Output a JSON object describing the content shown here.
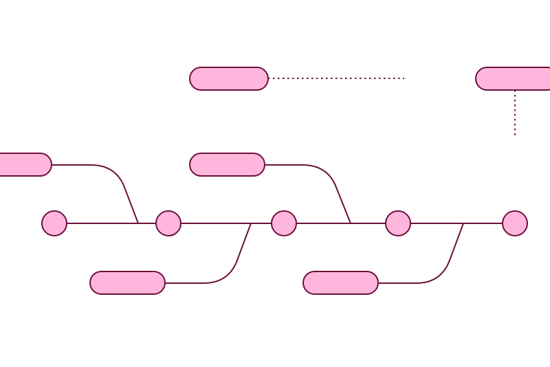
{
  "colors": {
    "background": "#ffffff",
    "node_fill": "#ffb6dc",
    "stroke": "#6b0f3c"
  },
  "diagram": {
    "kind": "branching timeline",
    "main_nodes": 5,
    "labels": 6,
    "text_present": false
  }
}
